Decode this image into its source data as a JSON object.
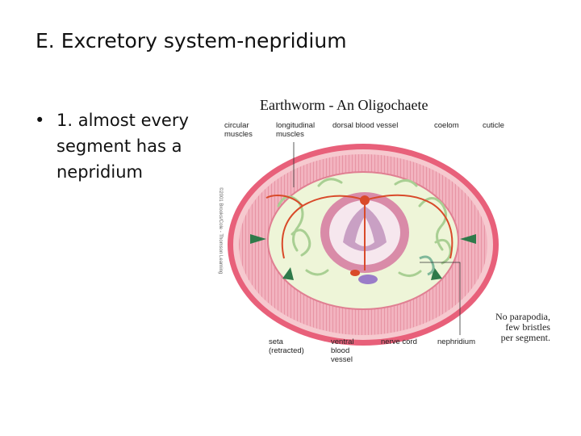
{
  "slide": {
    "title": "E.  Excretory system-nepridium",
    "bullet_marker": "•",
    "bullet_text": "1.  almost every segment has a nepridium"
  },
  "figure": {
    "title": "Earthworm - An Oligochaete",
    "copyright": "©2001 Brooks/Cole - Thomson Learning",
    "labels": {
      "circular_muscles": "circular\nmuscles",
      "longitudinal_muscles": "longitudinal\nmuscles",
      "dorsal_blood_vessel": "dorsal blood vessel",
      "coelom": "coelom",
      "cuticle": "cuticle",
      "seta": "seta\n(retracted)",
      "ventral_blood_vessel": "ventral\nblood\nvessel",
      "nerve_cord": "nerve cord",
      "nephridium": "nephridium",
      "note": "No parapodia,\nfew bristles\nper segment."
    },
    "colors": {
      "cuticle": "#e8607a",
      "muscle": "#f0a8b4",
      "coelom": "#eef5d8",
      "intestine": "#c9a0c4",
      "blood_vessel": "#d94a2a",
      "nephridium": "#7fb89a",
      "nerve_cord": "#9a7cc8"
    }
  }
}
